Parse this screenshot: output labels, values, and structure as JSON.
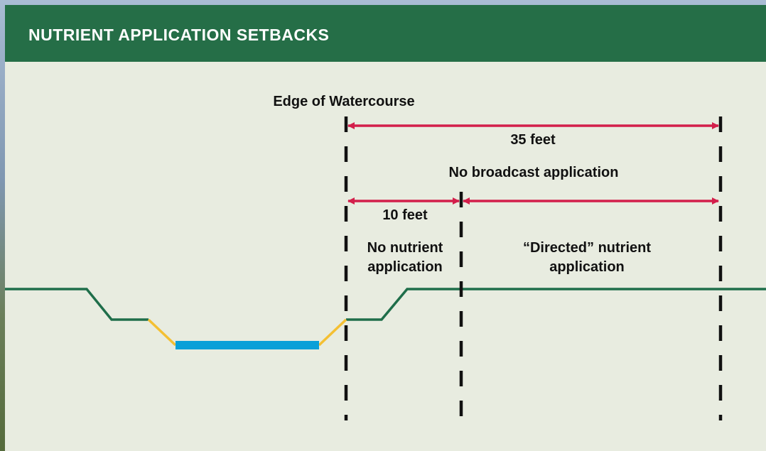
{
  "header": {
    "title": "NUTRIENT APPLICATION SETBACKS"
  },
  "labels": {
    "edge_of_watercourse": "Edge of Watercourse",
    "distance_outer": "35 feet",
    "no_broadcast": "No broadcast application",
    "distance_inner": "10 feet",
    "no_nutrient_line1": "No nutrient",
    "no_nutrient_line2": "application",
    "directed_line1": "“Directed” nutrient",
    "directed_line2": "application"
  },
  "colors": {
    "header_bg": "#256e47",
    "panel_bg": "#e8ece0",
    "ground_line": "#1f6e4a",
    "bank_line": "#f4c033",
    "water": "#0aa0d8",
    "arrow": "#d31f4b",
    "boundary_dash": "#111111"
  }
}
